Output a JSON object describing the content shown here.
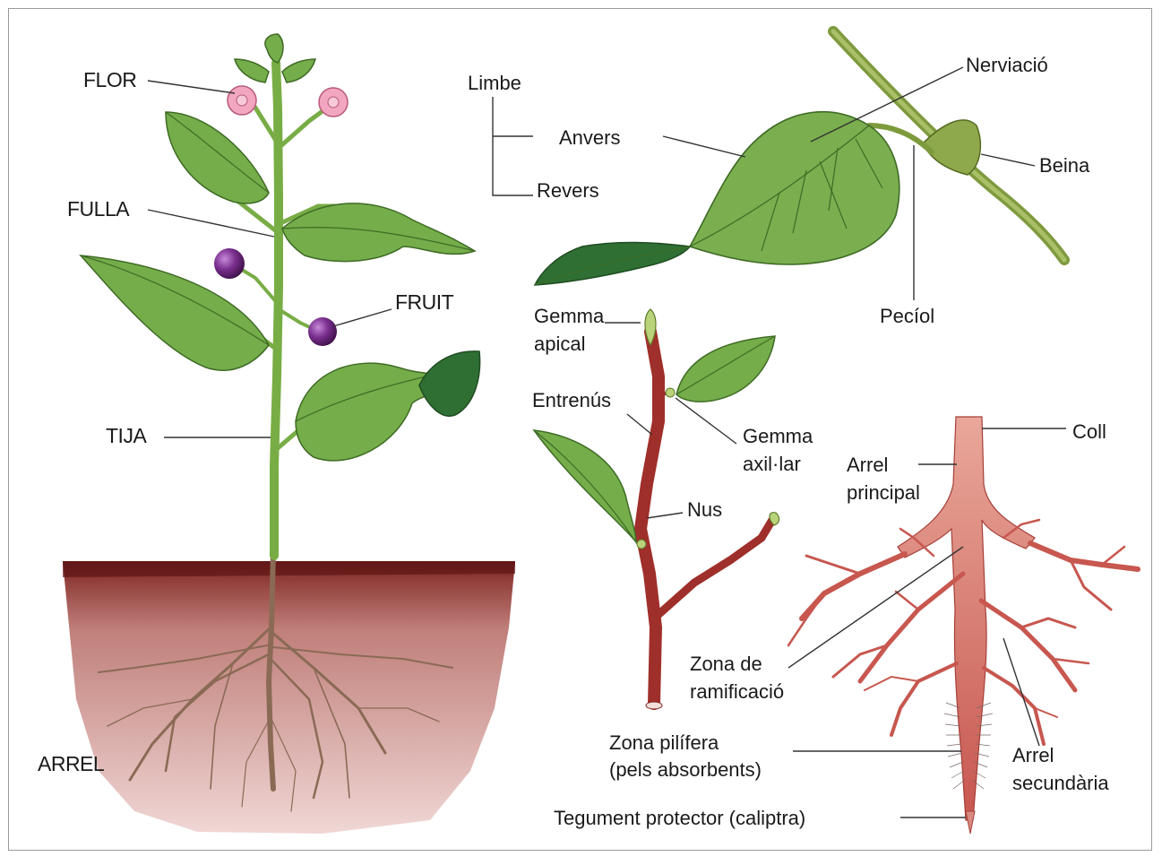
{
  "labels": {
    "flor": "FLOR",
    "fulla": "FULLA",
    "fruit": "FRUIT",
    "tija": "TIJA",
    "arrel": "ARREL",
    "limbe": "Limbe",
    "anvers": "Anvers",
    "revers": "Revers",
    "nerviacio": "Nerviació",
    "beina": "Beina",
    "peciol": "Pecíol",
    "gemma_apical_1": "Gemma",
    "gemma_apical_2": "apical",
    "entrenus": "Entrenús",
    "gemma_axillar_1": "Gemma",
    "gemma_axillar_2": "axil·lar",
    "nus": "Nus",
    "coll": "Coll",
    "arrel_principal_1": "Arrel",
    "arrel_principal_2": "principal",
    "zona_ramificacio_1": "Zona de",
    "zona_ramificacio_2": "ramificació",
    "zona_pilifera_1": "Zona pilífera",
    "zona_pilifera_2": "(pels absorbents)",
    "arrel_secundaria_1": "Arrel",
    "arrel_secundaria_2": "secundària",
    "tegument": "Tegument protector (caliptra)"
  },
  "colors": {
    "leaf": "#74ad4a",
    "leaf_dark": "#2f6f33",
    "flower": "#f2a6c0",
    "fruit": "#7a2f8f",
    "soil": "#c98a86",
    "soil_top": "#6e1d1c",
    "root_red": "#c7574f",
    "twig": "#9f2f2a"
  }
}
